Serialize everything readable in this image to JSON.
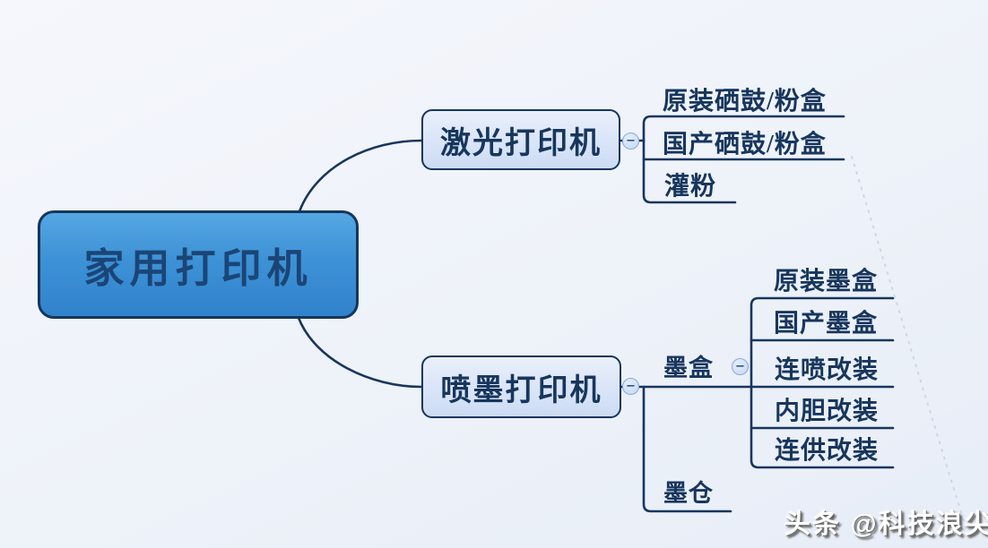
{
  "mindmap": {
    "root": {
      "label": "家用打印机"
    },
    "branches": [
      {
        "label": "激光打印机",
        "children": [
          {
            "label": "原装硒鼓/粉盒"
          },
          {
            "label": "国产硒鼓/粉盒"
          },
          {
            "label": "灌粉"
          }
        ]
      },
      {
        "label": "喷墨打印机",
        "children": [
          {
            "label": "墨盒",
            "children": [
              {
                "label": "原装墨盒"
              },
              {
                "label": "国产墨盒"
              },
              {
                "label": "连喷改装"
              },
              {
                "label": "内胆改装"
              },
              {
                "label": "连供改装"
              }
            ]
          },
          {
            "label": "墨仓"
          }
        ]
      }
    ]
  },
  "icons": {
    "collapse": "−"
  },
  "watermark": {
    "text": "头条 @科技浪尖"
  },
  "colors": {
    "background": "#eef2f9",
    "root_fill_top": "#55a7e2",
    "root_fill_bottom": "#3182cb",
    "branch_fill_top": "#eaf0fb",
    "branch_fill_bottom": "#ccdcf4",
    "node_border": "#14365e",
    "line": "#17365d",
    "text": "#17365d",
    "button_fill": "#c3d8f2",
    "button_border": "#85abd9",
    "watermark_text": "#ffffff",
    "watermark_shadow": "#606060"
  }
}
